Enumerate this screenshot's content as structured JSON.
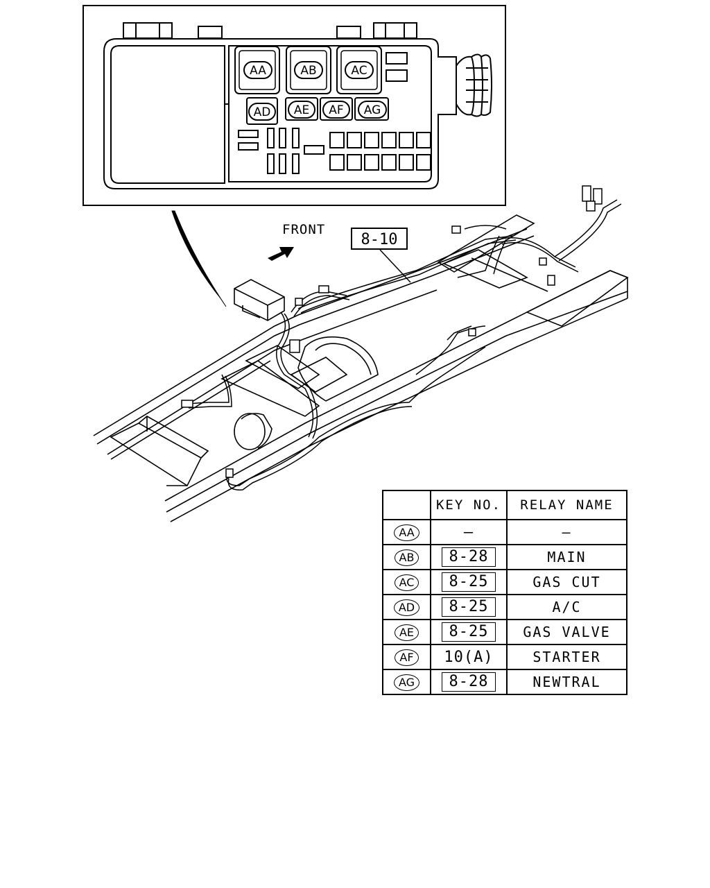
{
  "diagram": {
    "front_label": "FRONT",
    "harness_ref": "8-10",
    "fuse_box_slots": [
      "AA",
      "AB",
      "AC",
      "AD",
      "AE",
      "AF",
      "AG"
    ]
  },
  "relay_table": {
    "headers": [
      "",
      "KEY NO.",
      "RELAY NAME"
    ],
    "rows": [
      {
        "code": "AA",
        "key": "—",
        "key_boxed": false,
        "name": "—"
      },
      {
        "code": "AB",
        "key": "8-28",
        "key_boxed": true,
        "name": "MAIN"
      },
      {
        "code": "AC",
        "key": "8-25",
        "key_boxed": true,
        "name": "GAS CUT"
      },
      {
        "code": "AD",
        "key": "8-25",
        "key_boxed": true,
        "name": "A/C"
      },
      {
        "code": "AE",
        "key": "8-25",
        "key_boxed": true,
        "name": "GAS VALVE"
      },
      {
        "code": "AF",
        "key": "10(A)",
        "key_boxed": false,
        "name": "STARTER"
      },
      {
        "code": "AG",
        "key": "8-28",
        "key_boxed": true,
        "name": "NEWTRAL"
      }
    ]
  }
}
